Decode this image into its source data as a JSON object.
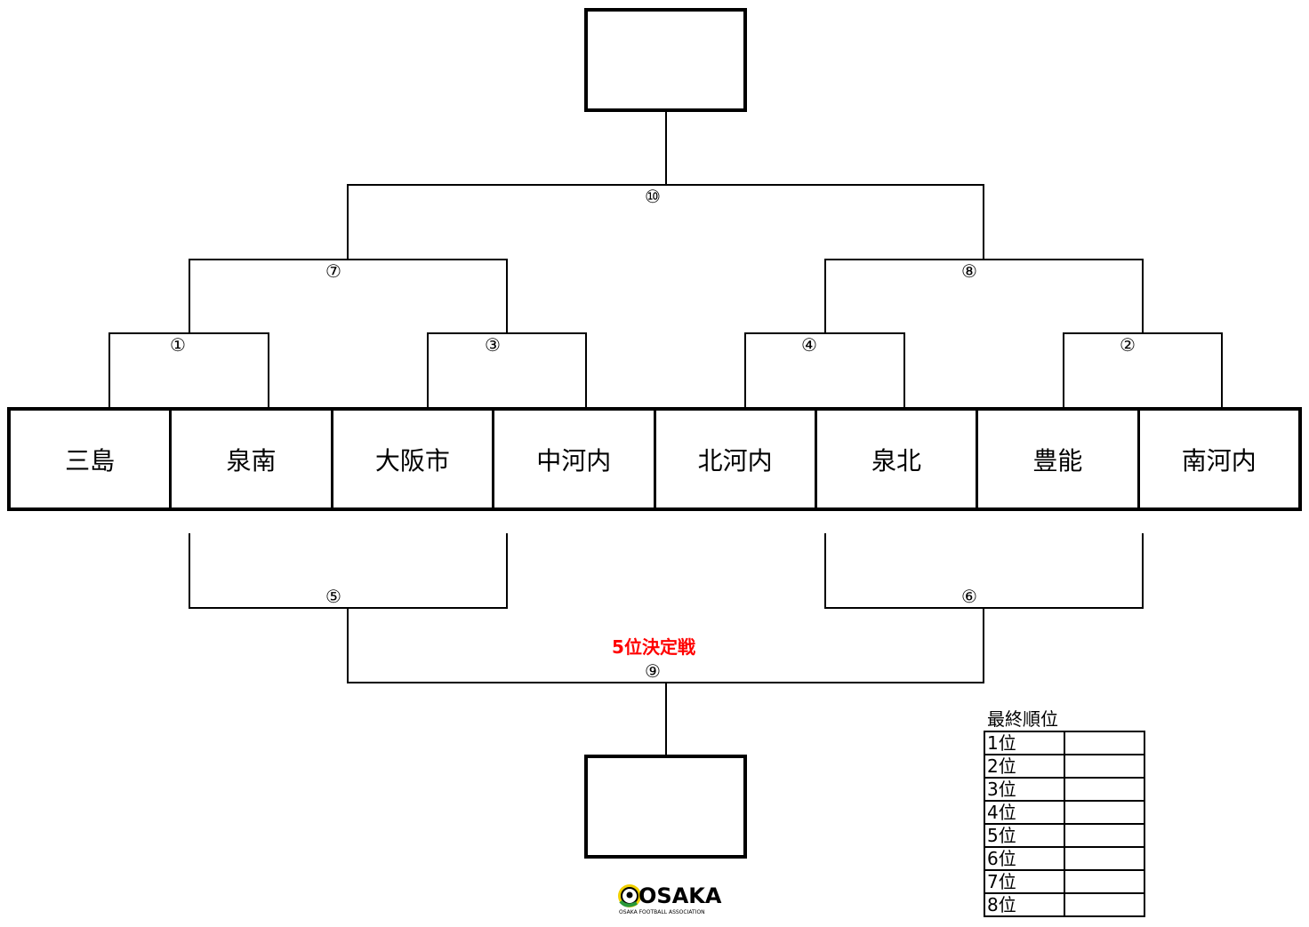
{
  "teams": [
    "三島",
    "泉南",
    "大阪市",
    "中河内",
    "北河内",
    "泉北",
    "豊能",
    "南河内"
  ],
  "matches": {
    "m1": "①",
    "m2": "②",
    "m3": "③",
    "m4": "④",
    "m5": "⑤",
    "m6": "⑥",
    "m7": "⑦",
    "m8": "⑧",
    "m9": "⑨",
    "m10": "⑩"
  },
  "fifth_place_label": "5位決定戦",
  "final_ranking": {
    "title": "最終順位",
    "ranks": [
      "1位",
      "2位",
      "3位",
      "4位",
      "5位",
      "6位",
      "7位",
      "8位"
    ],
    "values": [
      "",
      "",
      "",
      "",
      "",
      "",
      "",
      ""
    ]
  },
  "logo": {
    "text": "OSAKA",
    "subtext": "OSAKA FOOTBALL ASSOCIATION"
  }
}
